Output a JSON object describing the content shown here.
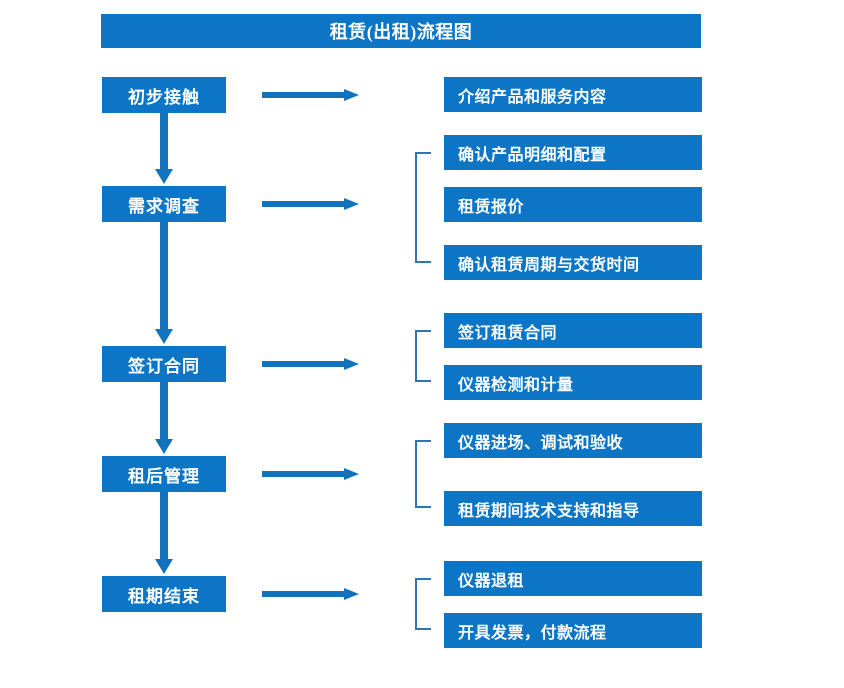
{
  "diagram": {
    "title": "租赁(出租)流程图",
    "accent_color": "#0C75C5",
    "bracket_color": "#2E75B6",
    "text_color": "#FFFFFF",
    "background_color": "#FFFFFF",
    "stages": [
      {
        "id": "stage-1",
        "label": "初步接触",
        "details": [
          "介绍产品和服务内容"
        ]
      },
      {
        "id": "stage-2",
        "label": "需求调查",
        "details": [
          "确认产品明细和配置",
          "租赁报价",
          "确认租赁周期与交货时间"
        ]
      },
      {
        "id": "stage-3",
        "label": "签订合同",
        "details": [
          "签订租赁合同",
          "仪器检测和计量"
        ]
      },
      {
        "id": "stage-4",
        "label": "租后管理",
        "details": [
          "仪器进场、调试和验收",
          "租赁期间技术支持和指导"
        ]
      },
      {
        "id": "stage-5",
        "label": "租期结束",
        "details": [
          "仪器退租",
          "开具发票，付款流程"
        ]
      }
    ],
    "icons": {
      "flow_arrow_right": "right-arrow-icon",
      "flow_arrow_down": "down-arrow-icon",
      "group_bracket": "bracket-icon"
    }
  }
}
